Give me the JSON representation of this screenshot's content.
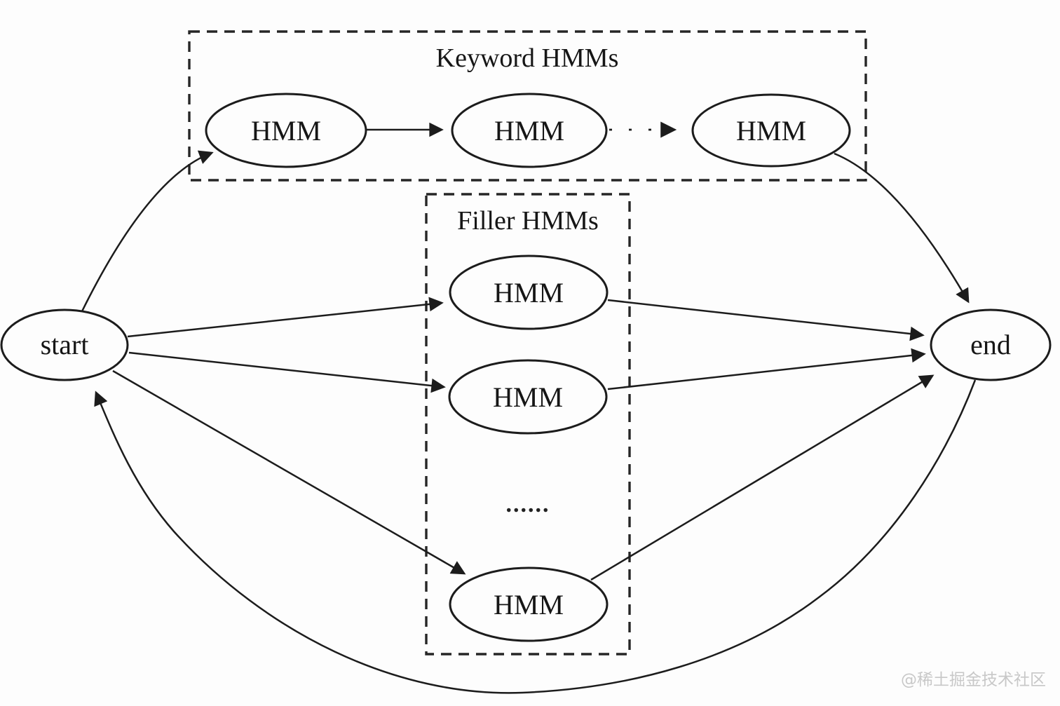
{
  "diagram": {
    "background": "#fdfdfd",
    "line_color": "#1c1c1c",
    "boxes": {
      "keyword": {
        "label": "Keyword HMMs"
      },
      "filler": {
        "label": "Filler HMMs"
      }
    },
    "nodes": {
      "start": {
        "label": "start"
      },
      "end": {
        "label": "end"
      },
      "keyword_hmm_1": {
        "label": "HMM"
      },
      "keyword_hmm_2": {
        "label": "HMM"
      },
      "keyword_hmm_3": {
        "label": "HMM"
      },
      "filler_hmm_1": {
        "label": "HMM"
      },
      "filler_hmm_2": {
        "label": "HMM"
      },
      "filler_hmm_3": {
        "label": "HMM"
      }
    },
    "filler_ellipsis": "......",
    "edges": [
      {
        "from": "start",
        "to": "keyword_hmm_1",
        "style": "solid-curved"
      },
      {
        "from": "keyword_hmm_1",
        "to": "keyword_hmm_2",
        "style": "solid"
      },
      {
        "from": "keyword_hmm_2",
        "to": "keyword_hmm_3",
        "style": "dotted"
      },
      {
        "from": "keyword_hmm_3",
        "to": "end",
        "style": "solid-curved"
      },
      {
        "from": "start",
        "to": "filler_hmm_1",
        "style": "solid"
      },
      {
        "from": "start",
        "to": "filler_hmm_2",
        "style": "solid"
      },
      {
        "from": "start",
        "to": "filler_hmm_3",
        "style": "solid"
      },
      {
        "from": "filler_hmm_1",
        "to": "end",
        "style": "solid"
      },
      {
        "from": "filler_hmm_2",
        "to": "end",
        "style": "solid"
      },
      {
        "from": "filler_hmm_3",
        "to": "end",
        "style": "solid"
      },
      {
        "from": "end",
        "to": "start",
        "style": "solid-curved-loopback"
      }
    ],
    "watermark": {
      "text": "@稀土掘金技术社区",
      "color": "#c8c8c8"
    }
  }
}
